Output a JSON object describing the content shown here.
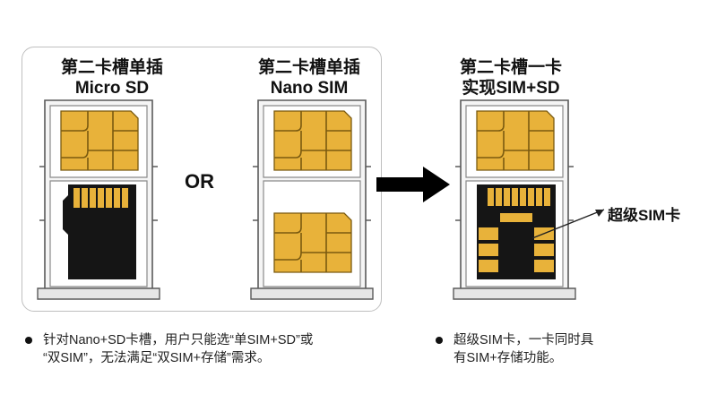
{
  "titles": {
    "left": [
      "第二卡槽单插",
      "Micro SD"
    ],
    "middle": [
      "第二卡槽单插",
      "Nano SIM"
    ],
    "right": [
      "第二卡槽一卡",
      "实现SIM+SD"
    ]
  },
  "or_label": "OR",
  "callout": "超级SIM卡",
  "bullets": {
    "left": [
      "针对Nano+SD卡槽，用户只能选“单SIM+SD”或",
      "“双SIM”，无法满足“双SIM+存储”需求。"
    ],
    "right": [
      "超级SIM卡，一卡同时具",
      "有SIM+存储功能。"
    ]
  },
  "colors": {
    "chip_gold": "#e8b23a",
    "chip_line": "#7a5a10",
    "card_black": "#151515",
    "tray_outline": "#5a5a5a",
    "arrow": "#000000"
  }
}
